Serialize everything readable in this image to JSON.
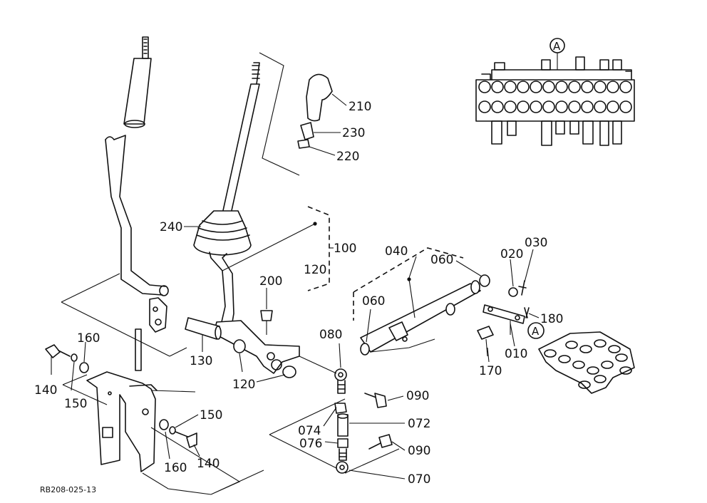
{
  "diagram": {
    "drawing_code": "RB208-025-13",
    "detail_marker": "A",
    "part_labels": {
      "p210": "210",
      "p230": "230",
      "p220": "220",
      "p240": "240",
      "p100": "100",
      "p120a": "120",
      "p120b": "120",
      "p200": "200",
      "p130": "130",
      "p160a": "160",
      "p160b": "160",
      "p140a": "140",
      "p140b": "140",
      "p150a": "150",
      "p150b": "150",
      "p040": "040",
      "p060a": "060",
      "p060b": "060",
      "p020": "020",
      "p030": "030",
      "p180": "180",
      "p010": "010",
      "p170": "170",
      "p080": "080",
      "p090a": "090",
      "p090b": "090",
      "p072": "072",
      "p074": "074",
      "p076": "076",
      "p070": "070"
    }
  }
}
